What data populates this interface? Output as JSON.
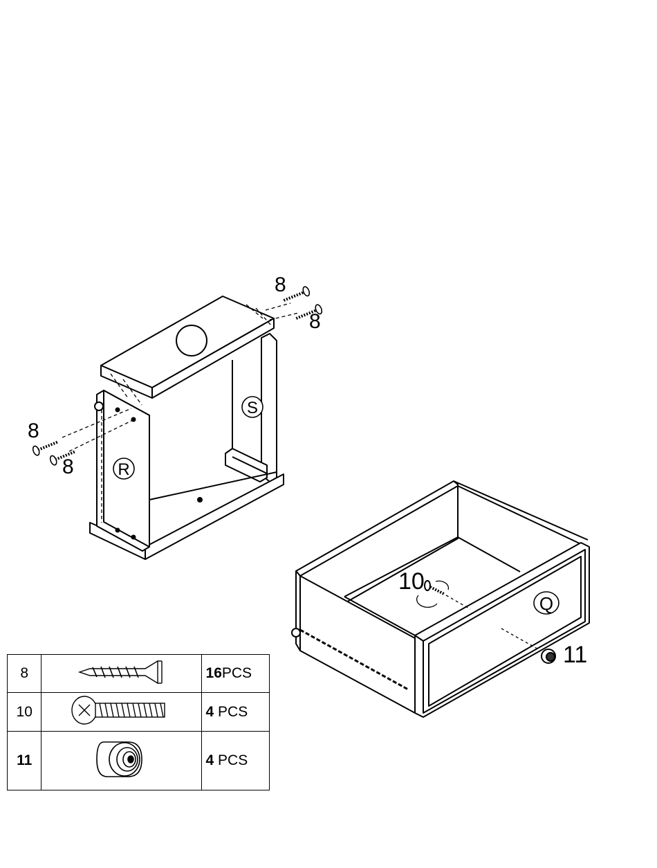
{
  "cabinet": {
    "part_left": "R",
    "part_right": "S",
    "screw_labels": [
      "8",
      "8",
      "8",
      "8"
    ]
  },
  "drawer": {
    "part_front": "Q",
    "screw_label": "10",
    "knob_label": "11"
  },
  "parts_table": {
    "rows": [
      {
        "number": "8",
        "qty_num": "16",
        "qty_unit": "PCS",
        "icon": "wood-screw-icon"
      },
      {
        "number": "10",
        "qty_num": "4",
        "qty_unit": "PCS",
        "icon": "bolt-icon"
      },
      {
        "number": "11",
        "qty_num": "4",
        "qty_unit": "PCS",
        "icon": "knob-icon"
      }
    ]
  }
}
